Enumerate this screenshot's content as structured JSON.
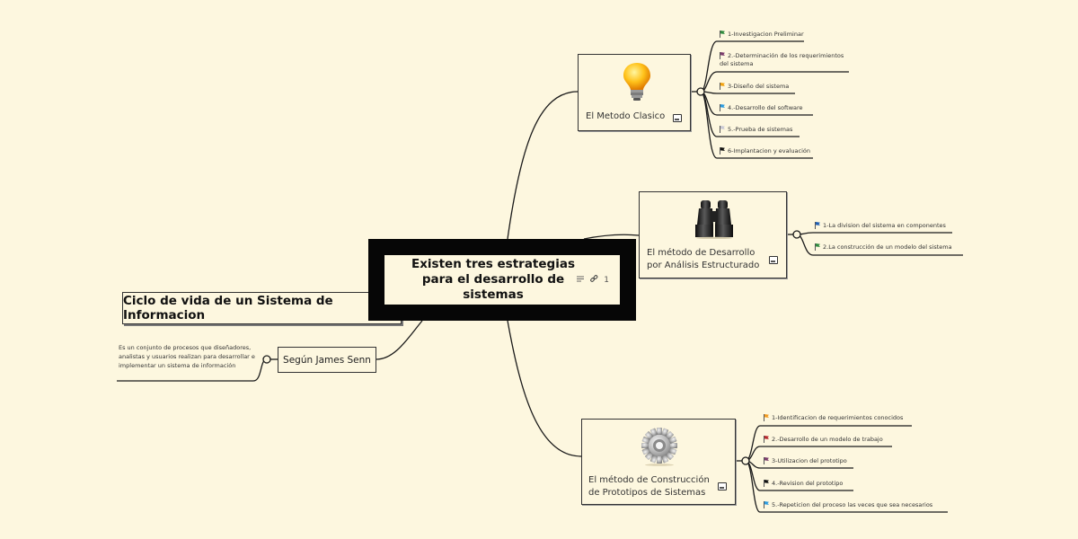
{
  "root": {
    "title": "Existen tres estrategias para el desarrollo de sistemas",
    "notes_icon": "notes-icon",
    "link_icon": "link-icon",
    "link_count": "1"
  },
  "map_title": "Ciclo de vida de un Sistema de Informacion",
  "topics": [
    {
      "label": "El Metodo Clasico",
      "icon": "lightbulb-icon",
      "subtopics": [
        {
          "label": "1-Investigacion Preliminar",
          "flag": "#2e8b3e"
        },
        {
          "label": "2.-Determinación de los requerimientos del sistema",
          "flag": "#7a3a6b"
        },
        {
          "label": "3-Diseño del sistema",
          "flag": "#f2a20f"
        },
        {
          "label": "4.-Desarrollo del software",
          "flag": "#2a9be0"
        },
        {
          "label": "5.-Prueba de sistemas",
          "flag": "#c8c8d4"
        },
        {
          "label": "6-Implantacion y evaluación",
          "flag": "#111111"
        }
      ]
    },
    {
      "label": "El método de Desarrollo por Análisis Estructurado",
      "icon": "binoculars-icon",
      "subtopics": [
        {
          "label": "1-La division del sistema en componentes",
          "flag": "#1f5fb5"
        },
        {
          "label": "2.La construcción de un modelo del sistema",
          "flag": "#2e8b3e"
        }
      ]
    },
    {
      "label": "El método de Construcción de Prototipos de Sistemas",
      "icon": "gear-icon",
      "subtopics": [
        {
          "label": "1-Identificacion de requerimientos conocidos",
          "flag": "#f29a1f"
        },
        {
          "label": "2.-Desarrollo de un modelo de trabajo",
          "flag": "#b8282e"
        },
        {
          "label": "3-Utilizacion del prototipo",
          "flag": "#7a3a6b"
        },
        {
          "label": "4.-Revision del prototipo",
          "flag": "#111111"
        },
        {
          "label": "5.-Repeticion del proceso las veces que sea necesarios",
          "flag": "#2a9be0"
        }
      ]
    },
    {
      "label": "Según James Senn",
      "note": "Es un conjunto de procesos que diseñadores, analistas y usuarios realizan para desarrollar e implementar un sistema de información"
    }
  ],
  "colors": {
    "background": "#fdf7df",
    "line": "#1a1a1a",
    "root_border": "#060606"
  }
}
